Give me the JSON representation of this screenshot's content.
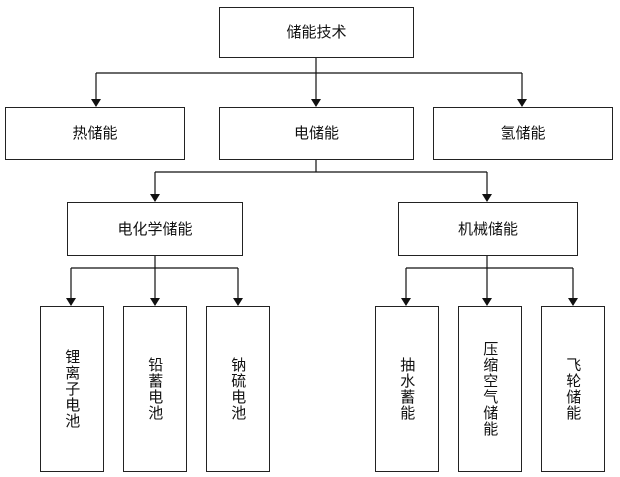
{
  "root": {
    "label": "储能技术"
  },
  "level1": [
    {
      "label": "热储能"
    },
    {
      "label": "电储能"
    },
    {
      "label": "氢储能"
    }
  ],
  "level2": [
    {
      "label": "电化学储能"
    },
    {
      "label": "机械储能"
    }
  ],
  "leaves": [
    {
      "label": "锂离子电池"
    },
    {
      "label": "铅蓄电池"
    },
    {
      "label": "钠硫电池"
    },
    {
      "label": "抽水蓄能"
    },
    {
      "label": "压缩空气储能"
    },
    {
      "label": "飞轮储能"
    }
  ]
}
